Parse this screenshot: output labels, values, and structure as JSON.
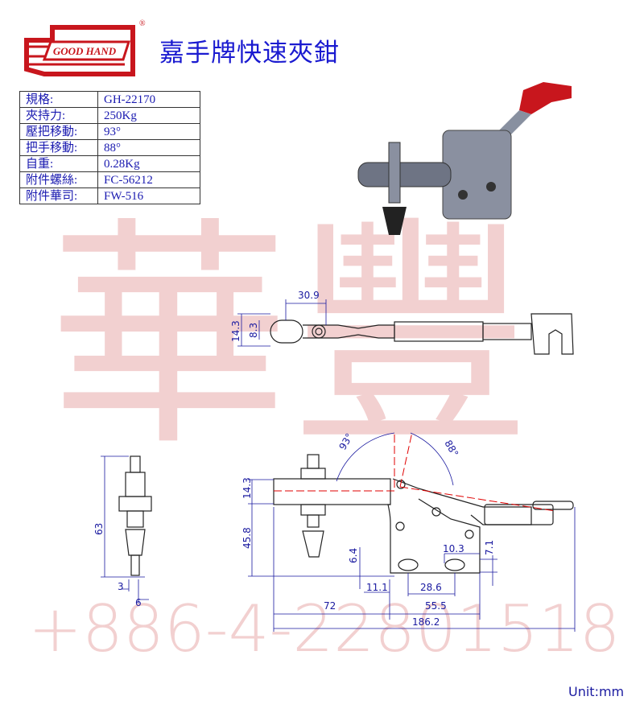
{
  "header": {
    "brand": "GOOD HAND",
    "title": "嘉手牌快速夾鉗"
  },
  "specs": [
    {
      "label": "規格:",
      "value": "GH-22170"
    },
    {
      "label": "夾持力:",
      "value": "250Kg"
    },
    {
      "label": "壓把移動:",
      "value": "93°"
    },
    {
      "label": "把手移動:",
      "value": "88°"
    },
    {
      "label": "自重:",
      "value": "0.28Kg"
    },
    {
      "label": "附件螺絲:",
      "value": "FC-56212"
    },
    {
      "label": "附件華司:",
      "value": "FW-516"
    }
  ],
  "watermark": {
    "chars": "華豐",
    "phone": "+886-4-22801518"
  },
  "dims": {
    "top_width": "30.9",
    "top_h1": "14.3",
    "top_h2": "8.3",
    "side_height": "63",
    "side_d1": "3",
    "side_d2": "6",
    "angle1": "93°",
    "angle2": "88°",
    "f_h1": "14.3",
    "f_h2": "45.8",
    "f_64": "6.4",
    "f_111": "11.1",
    "f_286": "28.6",
    "f_103": "10.3",
    "f_71": "7.1",
    "f_72": "72",
    "f_555": "55.5",
    "f_total": "186.2"
  },
  "unit": "Unit:mm",
  "colors": {
    "dim": "#1a1aa0",
    "center": "#e00000",
    "handle": "#c8161d"
  }
}
